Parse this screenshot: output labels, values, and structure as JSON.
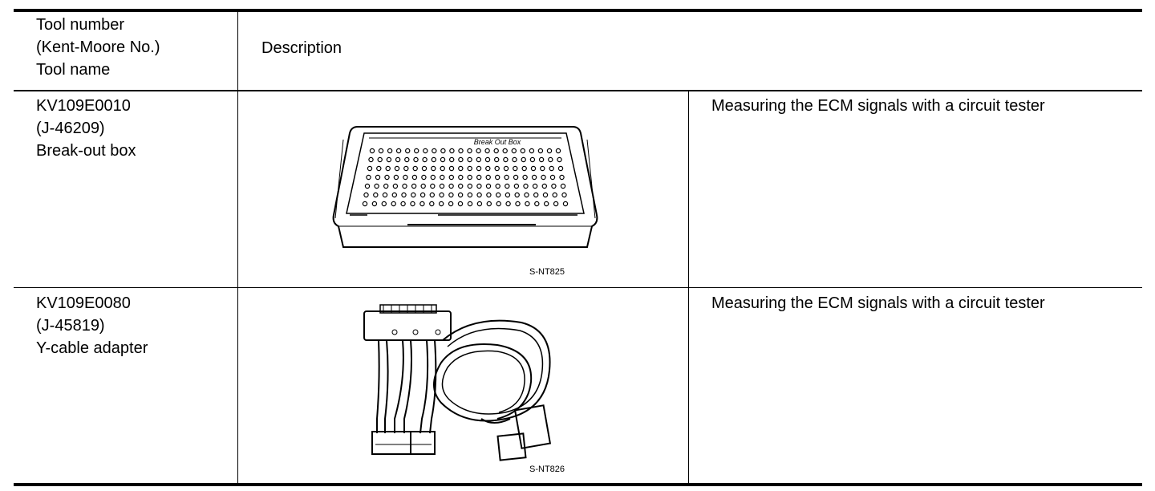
{
  "table": {
    "headers": {
      "tool": [
        "Tool number",
        "(Kent-Moore No.)",
        "Tool name"
      ],
      "description": "Description"
    },
    "rows": [
      {
        "tool_number": "KV109E0010",
        "kent_moore": "(J-46209)",
        "tool_name": "Break-out box",
        "figure_code": "S-NT825",
        "figure_text": "Break Out Box",
        "description": "Measuring the ECM signals with a circuit tester"
      },
      {
        "tool_number": "KV109E0080",
        "kent_moore": "(J-45819)",
        "tool_name": "Y-cable adapter",
        "figure_code": "S-NT826",
        "description": "Measuring the ECM signals with a circuit tester"
      }
    ]
  }
}
